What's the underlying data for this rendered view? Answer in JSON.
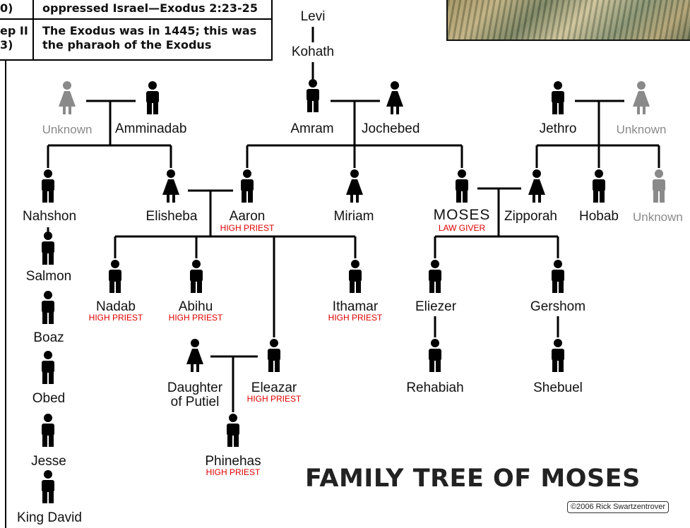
{
  "info_box": {
    "row1_left": "0)",
    "row1_right": "oppressed Israel—Exodus 2:23-25",
    "row2_left": "ep II\n3)",
    "row2_right": "The Exodus was in 1445; this was\nthe pharaoh of the Exodus"
  },
  "people": {
    "levi": "Levi",
    "kohath": "Kohath",
    "unknown_amminadab_wife": "Unknown",
    "amminadab": "Amminadab",
    "amram": "Amram",
    "jochebed": "Jochebed",
    "jethro": "Jethro",
    "unknown_jethro_wife": "Unknown",
    "nahshon": "Nahshon",
    "elisheba": "Elisheba",
    "aaron": "Aaron",
    "miriam": "Miriam",
    "moses": "MOSES",
    "zipporah": "Zipporah",
    "hobab": "Hobab",
    "unknown_jethro_child": "Unknown",
    "salmon": "Salmon",
    "nadab": "Nadab",
    "abihu": "Abihu",
    "ithamar": "Ithamar",
    "eliezer": "Eliezer",
    "gershom": "Gershom",
    "boaz": "Boaz",
    "obed": "Obed",
    "daughter_of_putiel_1": "Daughter",
    "daughter_of_putiel_2": "of Putiel",
    "eleazar": "Eleazar",
    "rehabiah": "Rehabiah",
    "shebuel": "Shebuel",
    "jesse": "Jesse",
    "phinehas": "Phinehas",
    "king_david": "King David"
  },
  "roles": {
    "high_priest": "HIGH PRIEST",
    "law_giver": "LAW GIVER"
  },
  "title": "FAMILY TREE OF MOSES",
  "credit": "©2006 Rick Swartzentrover",
  "colors": {
    "known": "#000000",
    "unknown": "#8a8a8a",
    "role": "#e00000"
  }
}
